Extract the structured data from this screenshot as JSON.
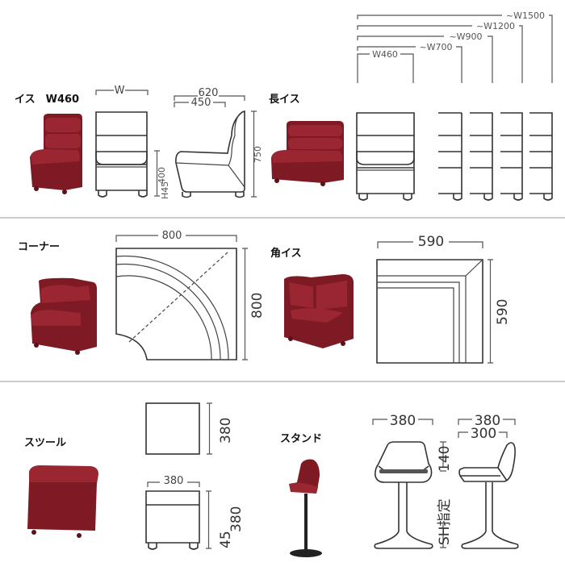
{
  "sections": {
    "chair": {
      "label": "イス　W460",
      "dims": {
        "front_width": "W",
        "depth_total": "620",
        "depth_seat": "450",
        "seat_height": "400",
        "leg_height": "H45",
        "height": "750"
      }
    },
    "long_chair": {
      "label": "長イス",
      "widths": [
        "W460",
        "~W700",
        "~W900",
        "~W1200",
        "~W1500"
      ]
    },
    "corner": {
      "label": "コーナー",
      "dims": {
        "width": "800",
        "depth": "800"
      }
    },
    "corner_chair": {
      "label": "角イス",
      "dims": {
        "width": "590",
        "depth": "590"
      }
    },
    "stool": {
      "label": "スツール",
      "dims": {
        "top_depth": "380",
        "width": "380",
        "height": "380",
        "leg_height": "45"
      }
    },
    "stand": {
      "label": "スタンド",
      "dims": {
        "front_width": "380",
        "side_width": "380",
        "side_seat": "300",
        "back_height": "140",
        "seat_height": "SH指定"
      }
    }
  },
  "colors": {
    "upholstery": "#7e1a24",
    "line": "#333333",
    "divider": "#999999"
  }
}
